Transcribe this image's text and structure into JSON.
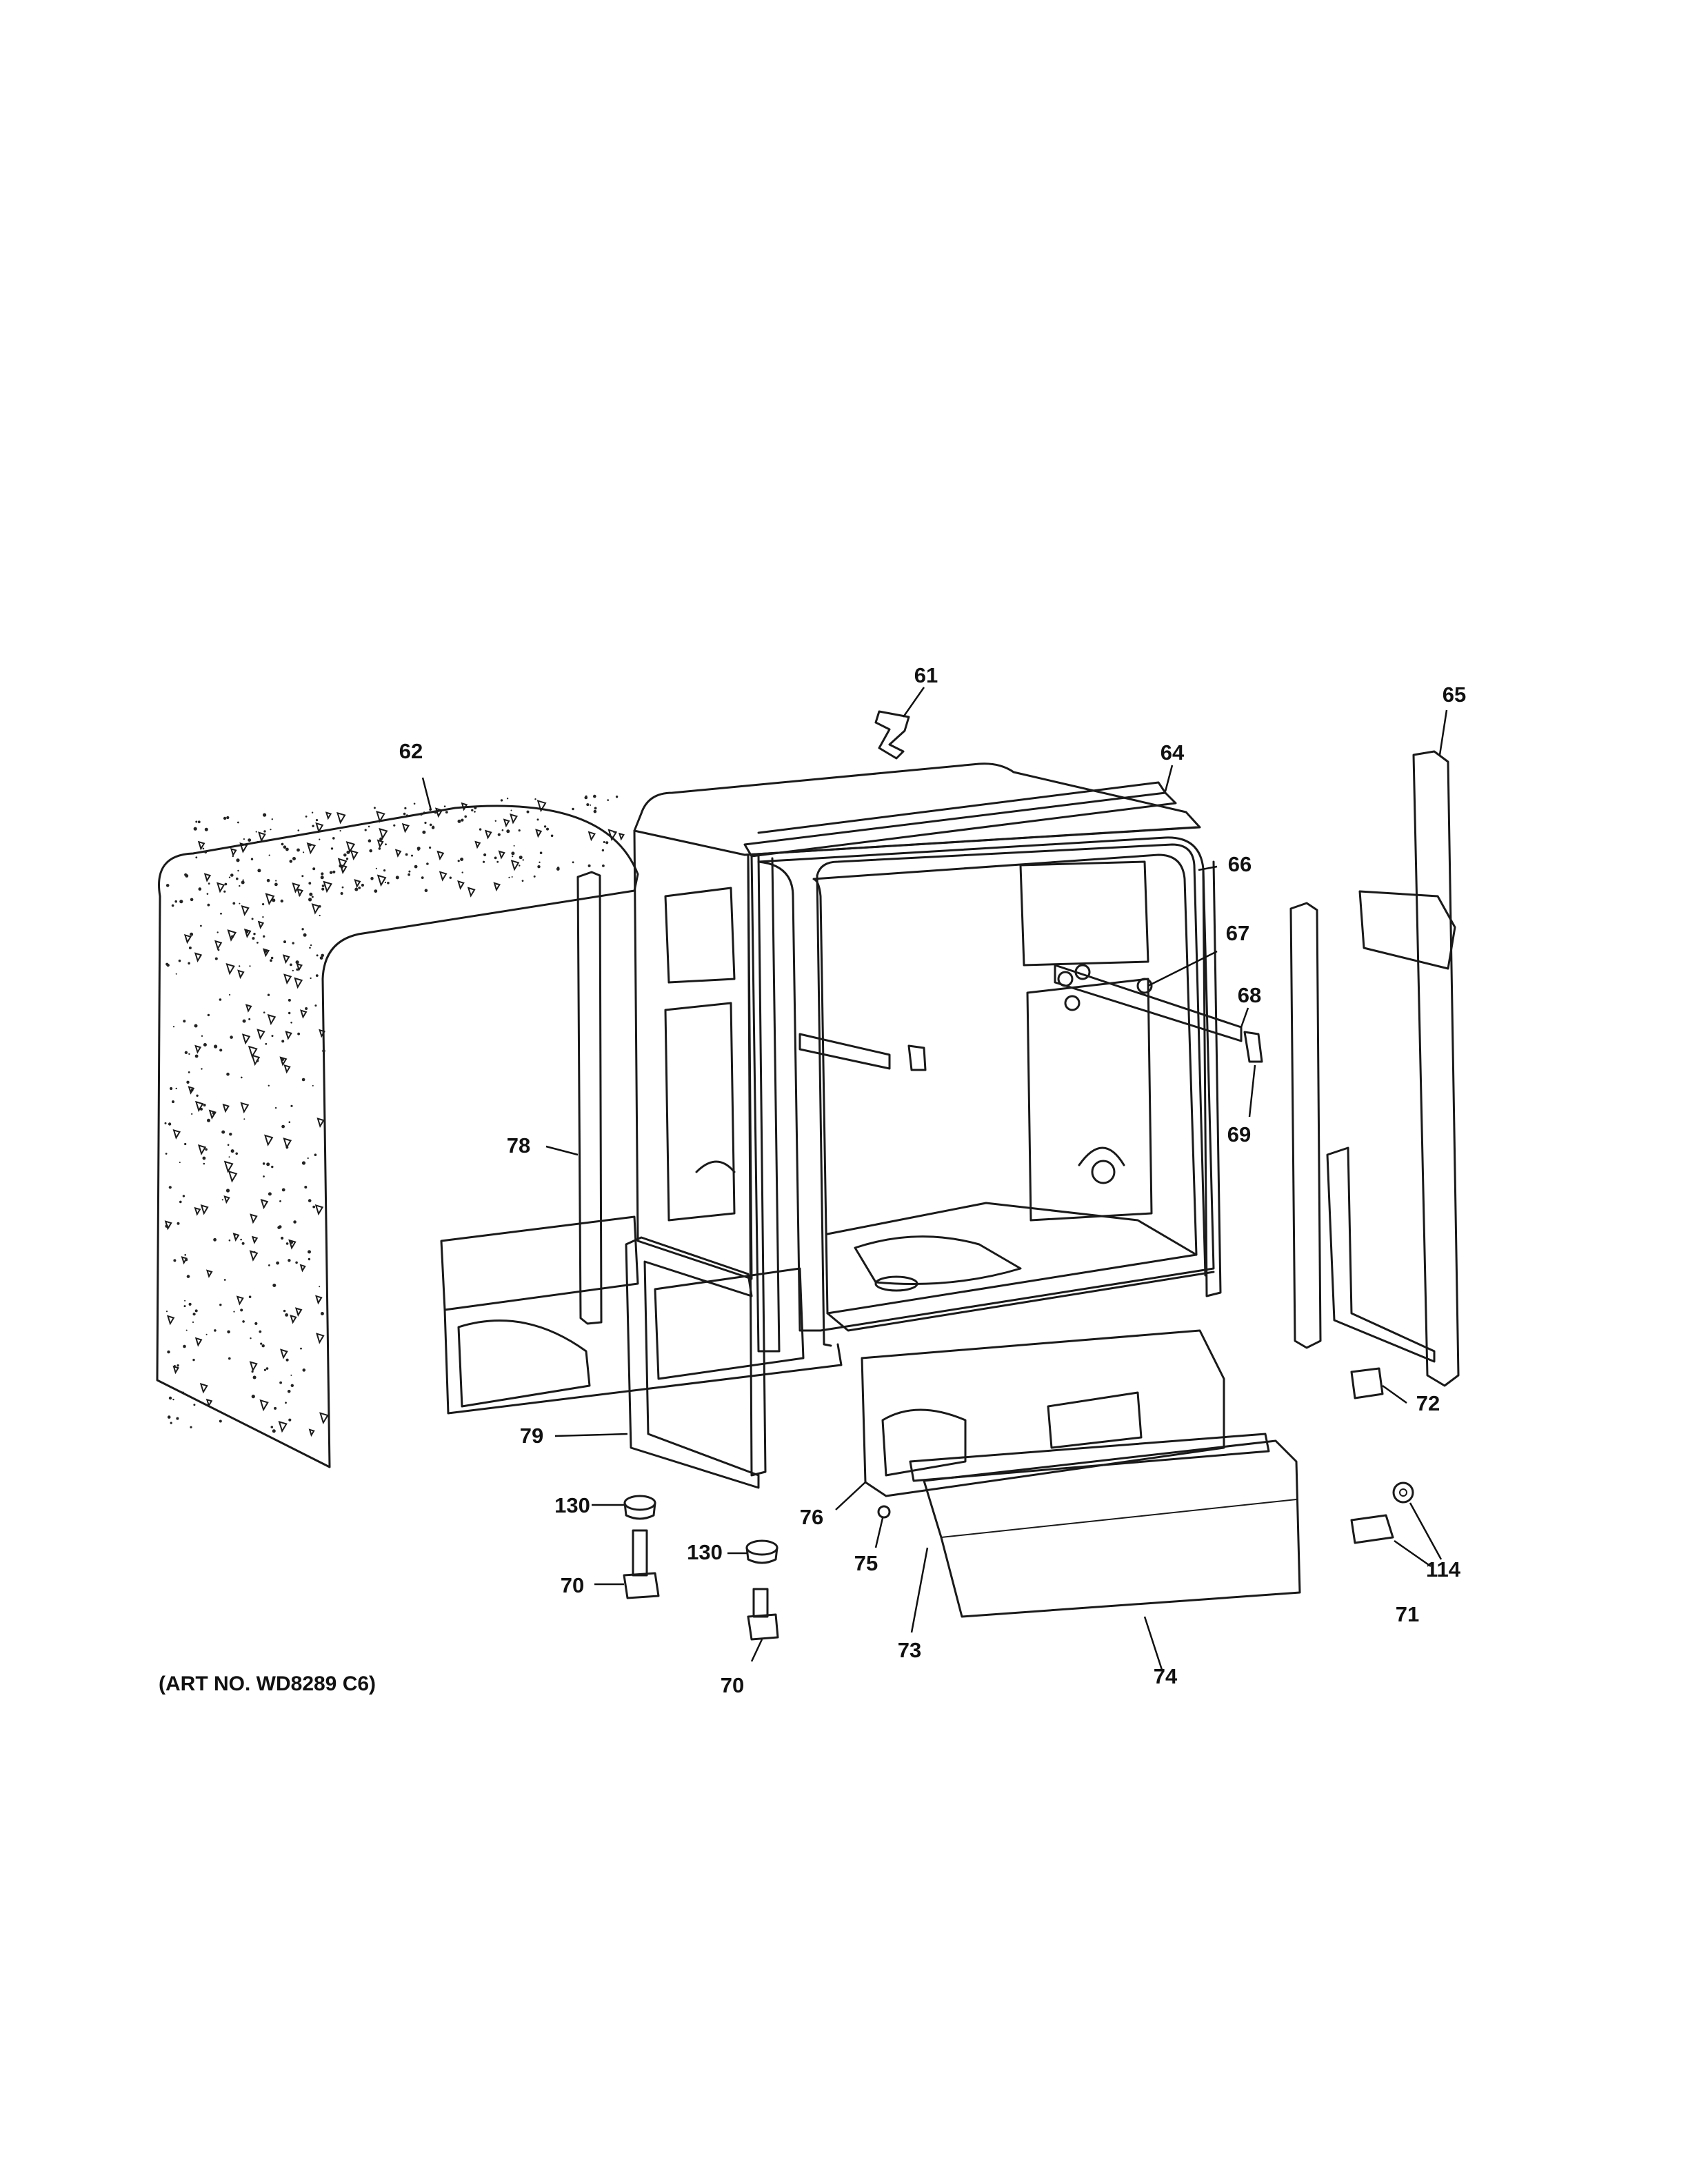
{
  "caption": "(ART NO. WD8289 C6)",
  "callouts": {
    "c61": "61",
    "c62": "62",
    "c64": "64",
    "c65": "65",
    "c66": "66",
    "c67": "67",
    "c68": "68",
    "c69": "69",
    "c70a": "70",
    "c70b": "70",
    "c71": "71",
    "c72": "72",
    "c73": "73",
    "c74": "74",
    "c75": "75",
    "c76": "76",
    "c78": "78",
    "c79": "79",
    "c114": "114",
    "c130a": "130",
    "c130b": "130"
  }
}
